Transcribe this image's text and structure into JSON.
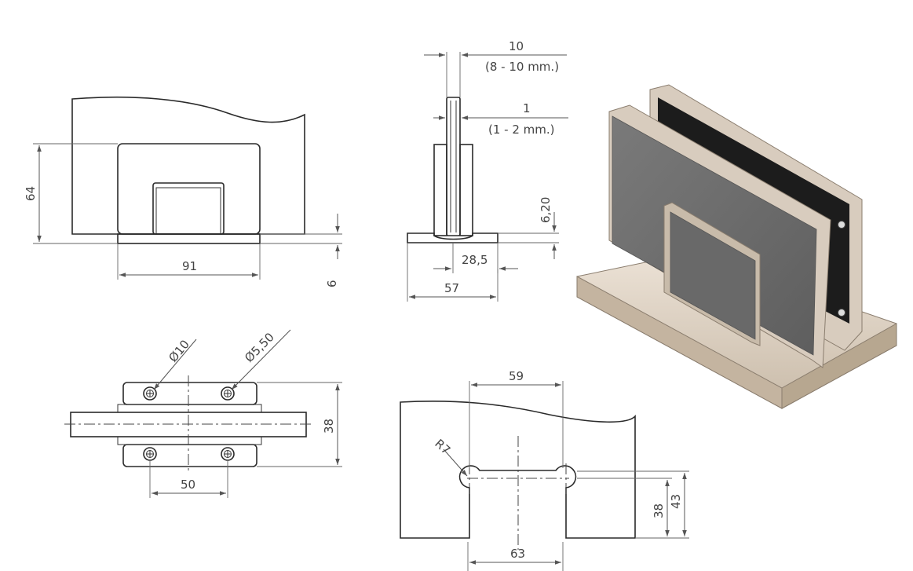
{
  "dimensions": {
    "front_height": "64",
    "front_width": "91",
    "front_base_thickness": "6",
    "side_glass_thickness": "10",
    "side_glass_range": "(8 - 10 mm.)",
    "side_gasket": "1",
    "side_gasket_range": "(1 - 2 mm.)",
    "side_height_step": "6,20",
    "side_half_width": "28,5",
    "side_width": "57",
    "top_hole_diameter": "Ø10",
    "top_screw_diameter": "Ø5,50",
    "top_depth": "38",
    "top_hole_spacing": "50",
    "cutout_radius": "R7",
    "cutout_width": "59",
    "cutout_outer_width": "63",
    "cutout_depth_inner": "38",
    "cutout_depth_outer": "43"
  },
  "colors": {
    "line": "#2a2a2a",
    "plate_face": "#6e6e6e",
    "plate_edge": "#d8ccbe",
    "gasket": "#1c1c1c",
    "base": "#e3d7c8"
  }
}
